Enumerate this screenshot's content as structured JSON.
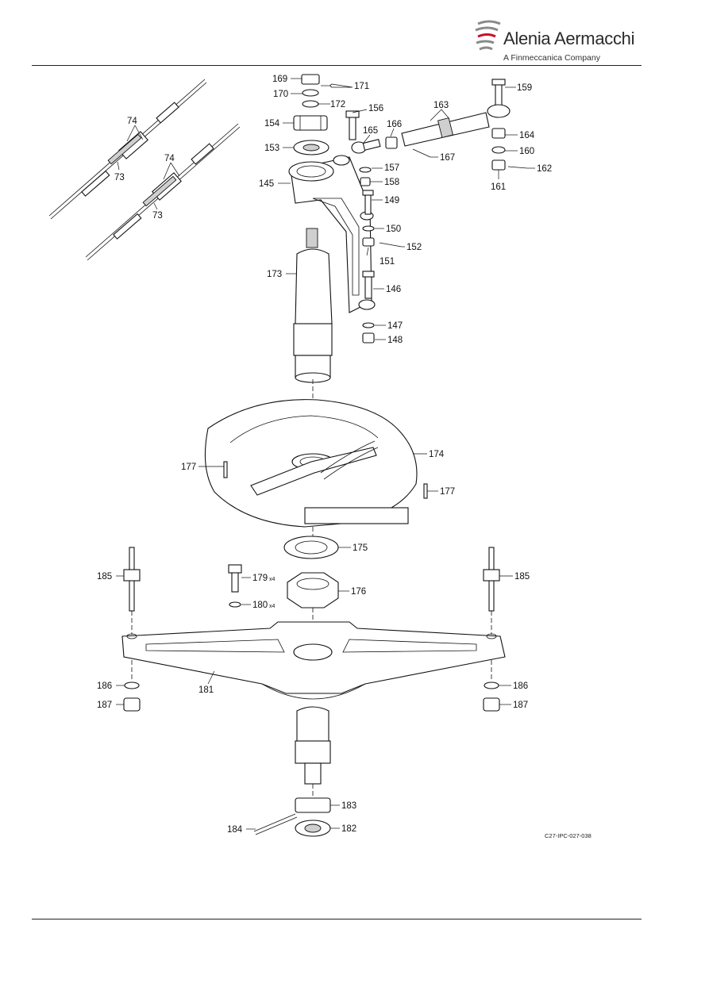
{
  "header": {
    "brand_name": "Alenia Aermacchi",
    "brand_tagline": "A Finmeccanica Company"
  },
  "figure": {
    "reference": "C27-IPC-027-038",
    "callouts": {
      "c74a": "74",
      "c73a": "73",
      "c74b": "74",
      "c73b": "73",
      "c169": "169",
      "c171": "171",
      "c170": "170",
      "c172": "172",
      "c156": "156",
      "c154": "154",
      "c153": "153",
      "c165": "165",
      "c166": "166",
      "c163": "163",
      "c159": "159",
      "c164": "164",
      "c160": "160",
      "c162": "162",
      "c161": "161",
      "c167": "167",
      "c157": "157",
      "c158": "158",
      "c145": "145",
      "c149": "149",
      "c150": "150",
      "c152": "152",
      "c151": "151",
      "c173": "173",
      "c146": "146",
      "c147": "147",
      "c148": "148",
      "c174": "174",
      "c177a": "177",
      "c177b": "177",
      "c175": "175",
      "c185a": "185",
      "c185b": "185",
      "c179": "179",
      "c179q": "x4",
      "c180": "180",
      "c180q": "x4",
      "c176": "176",
      "c186a": "186",
      "c186b": "186",
      "c187a": "187",
      "c187b": "187",
      "c181": "181",
      "c183": "183",
      "c184": "184",
      "c182": "182"
    }
  },
  "colors": {
    "ink": "#111111",
    "logo_accent": "#c8102e",
    "logo_gray": "#8a8a8a"
  },
  "icons": {
    "logo": "alenia-aermacchi-logo-icon"
  }
}
